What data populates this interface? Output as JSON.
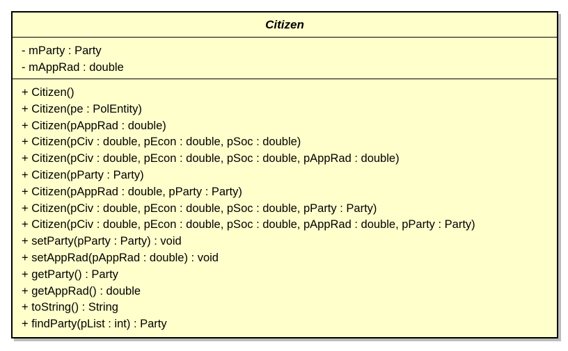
{
  "uml_class": {
    "name": "Citizen",
    "attributes": [
      "- mParty : Party",
      "- mAppRad : double"
    ],
    "operations": [
      "+ Citizen()",
      "+ Citizen(pe : PolEntity)",
      "+ Citizen(pAppRad : double)",
      "+ Citizen(pCiv : double, pEcon : double, pSoc : double)",
      "+ Citizen(pCiv : double, pEcon : double, pSoc : double, pAppRad : double)",
      "+ Citizen(pParty : Party)",
      "+ Citizen(pAppRad : double, pParty : Party)",
      "+ Citizen(pCiv : double, pEcon : double, pSoc : double, pParty : Party)",
      "+ Citizen(pCiv : double, pEcon : double, pSoc : double, pAppRad : double, pParty : Party)",
      "+ setParty(pParty : Party) : void",
      "+ setAppRad(pAppRad : double) : void",
      "+ getParty() : Party",
      "+ getAppRad() : double",
      "+ toString() : String",
      "+ findParty(pList : int) : Party"
    ]
  },
  "colors": {
    "fill": "#ffffcc",
    "border": "#000000",
    "shadow": "#bdbdbd"
  }
}
